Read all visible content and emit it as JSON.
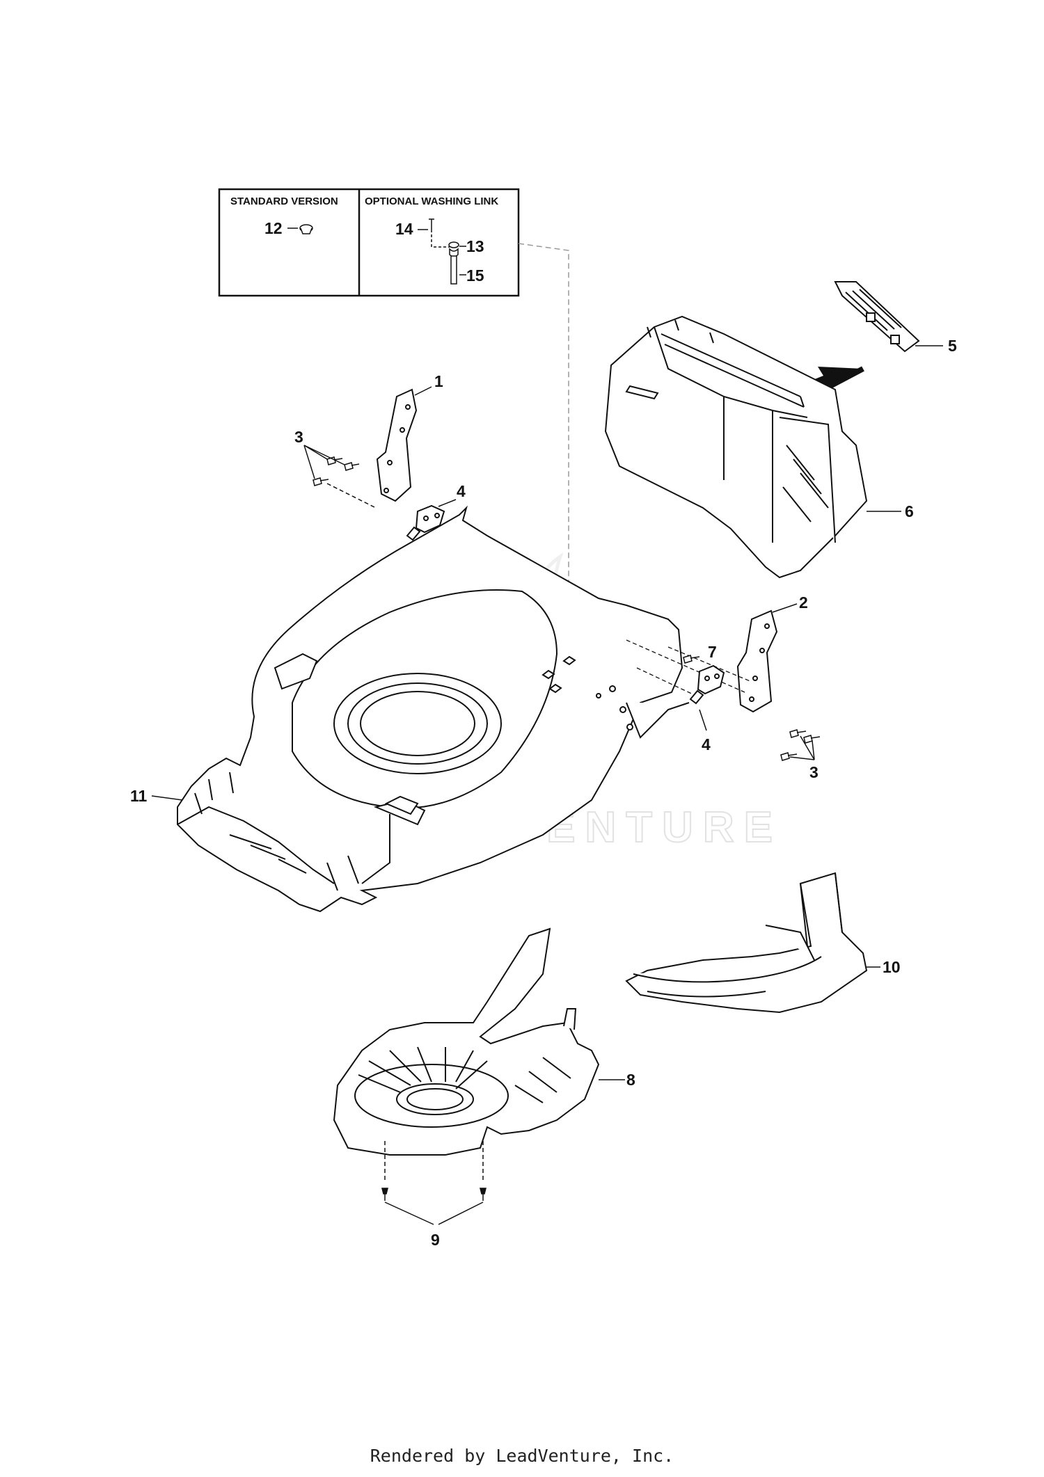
{
  "inset_box": {
    "standard_header": "STANDARD VERSION",
    "optional_header": "OPTIONAL WASHING LINK"
  },
  "callouts": {
    "c1": "1",
    "c2": "2",
    "c3a": "3",
    "c3b": "3",
    "c4a": "4",
    "c4b": "4",
    "c5": "5",
    "c6": "6",
    "c7": "7",
    "c8": "8",
    "c9": "9",
    "c10": "10",
    "c11": "11",
    "c12": "12",
    "c13": "13",
    "c14": "14",
    "c15": "15"
  },
  "watermark": "LEADVENTURE",
  "footer": "Rendered by LeadVenture, Inc."
}
